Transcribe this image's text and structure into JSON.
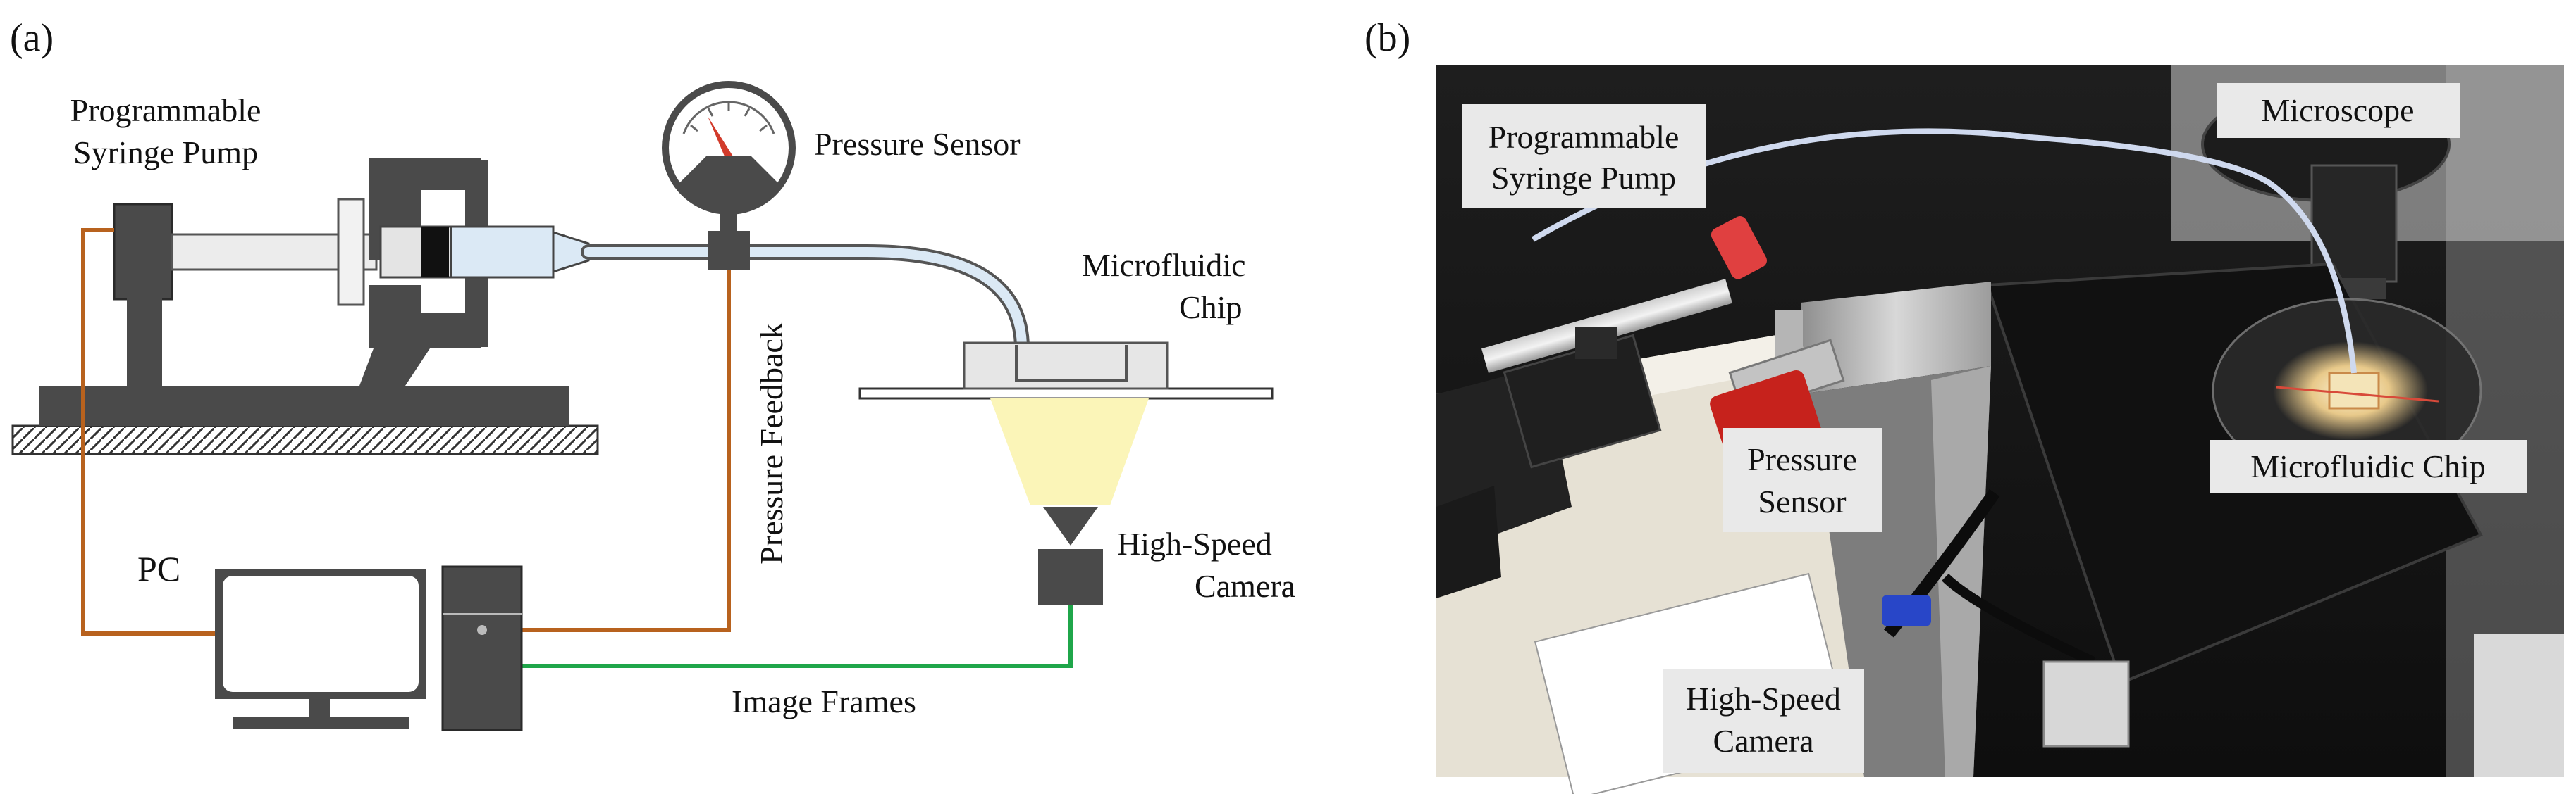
{
  "panel_a": {
    "tag": "(a)",
    "labels": {
      "pump_line1": "Programmable",
      "pump_line2": "Syringe Pump",
      "pressure_sensor": "Pressure Sensor",
      "chip_line1": "Microfluidic",
      "chip_line2": "Chip",
      "pressure_feedback": "Pressure Feedback",
      "pc": "PC",
      "camera_line1": "High-Speed",
      "camera_line2": "Camera",
      "image_frames": "Image Frames"
    },
    "colors": {
      "machine": "#4a4a4a",
      "feedback_wire": "#b8621e",
      "image_wire": "#1fa64a",
      "light_cone": "#fbf5b8",
      "syringe_fluid": "#dbe9f5",
      "gauge_needle": "#d23b2b"
    }
  },
  "panel_b": {
    "tag": "(b)",
    "labels": {
      "pump_line1": "Programmable",
      "pump_line2": "Syringe Pump",
      "microscope": "Microscope",
      "pressure_line1": "Pressure",
      "pressure_line2": "Sensor",
      "chip": "Microfluidic Chip",
      "camera_line1": "High-Speed",
      "camera_line2": "Camera"
    },
    "colors": {
      "photo_background": "#151515",
      "label_box": "#e9e9e9",
      "sensor_red": "#c6221c",
      "clip_red": "#e04040",
      "connector_blue": "#2846c8"
    }
  }
}
